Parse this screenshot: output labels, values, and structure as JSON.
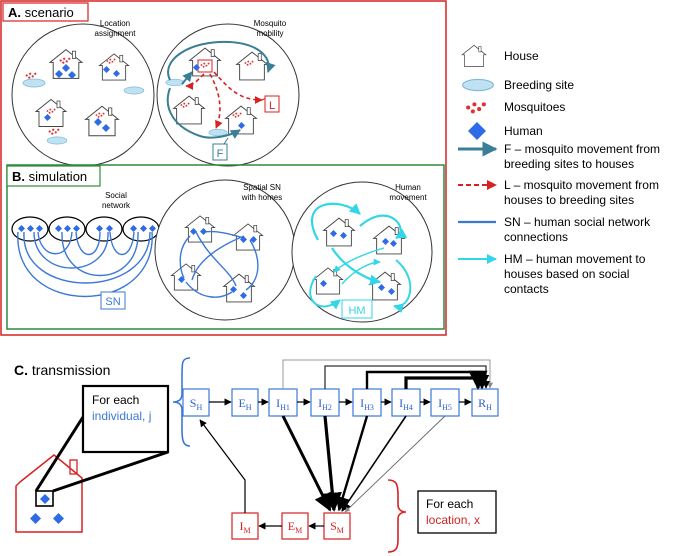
{
  "panel_a": {
    "tag": "A.",
    "title": "scenario",
    "location_assignment": [
      "Location",
      "assignment"
    ],
    "mosquito_mobility": [
      "Mosquito",
      "mobility"
    ],
    "f_label": "F",
    "l_label": "L"
  },
  "panel_b": {
    "tag": "B.",
    "title": "simulation",
    "social_network": [
      "Social",
      "network"
    ],
    "spatial_sn": [
      "Spatial SN",
      "with homes"
    ],
    "human_movement": [
      "Human",
      "movement"
    ],
    "sn_label": "SN",
    "hm_label": "HM"
  },
  "legend": {
    "house": "House",
    "breeding_site": "Breeding site",
    "mosquitoes": "Mosquitoes",
    "human": "Human",
    "f": [
      "F – mosquito movement from",
      "breeding sites to houses"
    ],
    "l": [
      "L – mosquito movement from",
      "houses to breeding sites"
    ],
    "sn": [
      "SN – human social network",
      "connections"
    ],
    "hm": [
      "HM – human movement to",
      "houses based on social",
      "contacts"
    ]
  },
  "panel_c": {
    "tag": "C.",
    "title": "transmission",
    "for_each": "For each",
    "individual": "individual, j",
    "location": "location, x",
    "human_states": [
      {
        "main": "S",
        "sub": "H"
      },
      {
        "main": "E",
        "sub": "H"
      },
      {
        "main": "I",
        "sub": "H1"
      },
      {
        "main": "I",
        "sub": "H2"
      },
      {
        "main": "I",
        "sub": "H3"
      },
      {
        "main": "I",
        "sub": "H4"
      },
      {
        "main": "I",
        "sub": "H5"
      },
      {
        "main": "R",
        "sub": "H"
      }
    ],
    "mosquito_states": [
      {
        "main": "I",
        "sub": "M"
      },
      {
        "main": "E",
        "sub": "M"
      },
      {
        "main": "S",
        "sub": "M"
      }
    ]
  },
  "colors": {
    "red": "#d62222",
    "green": "#2e8b3a",
    "blue": "#2f5fd1",
    "teal": "#3a7f95",
    "cyan": "#33d6e6",
    "diamond": "#2e6be6"
  }
}
